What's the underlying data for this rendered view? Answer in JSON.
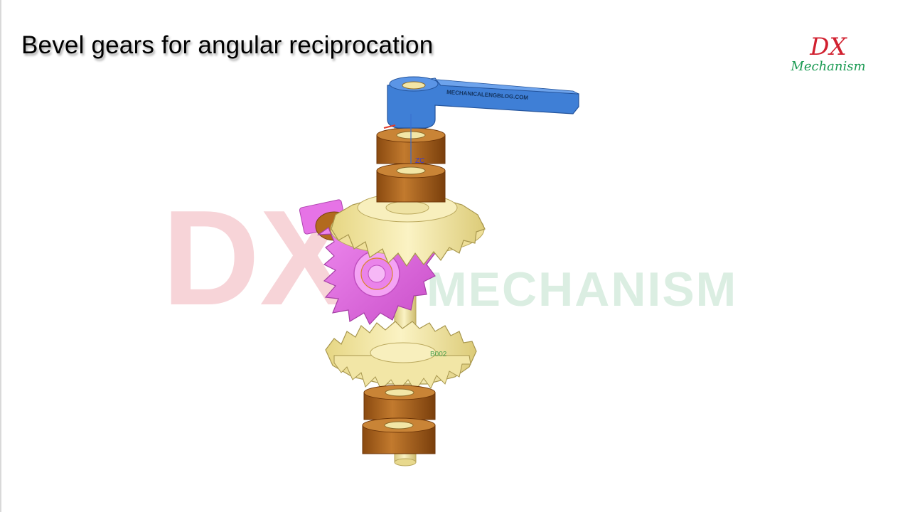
{
  "title": "Bevel gears for angular reciprocation",
  "logo": {
    "line1": "DX",
    "line2": "Mechanism"
  },
  "watermark": {
    "dx": "DX",
    "mechanism": "MECHANISM"
  },
  "model": {
    "handle_label": "MECHANICALENGBLOG.COM",
    "axis_label_zc": "ZC",
    "part_label": "B002"
  },
  "colors": {
    "handle": "#3f7fd6",
    "bearing": "#b5651d",
    "gear": "#f3e7a0",
    "pinion": "#e873e8",
    "shaft": "#f2e6a6"
  }
}
